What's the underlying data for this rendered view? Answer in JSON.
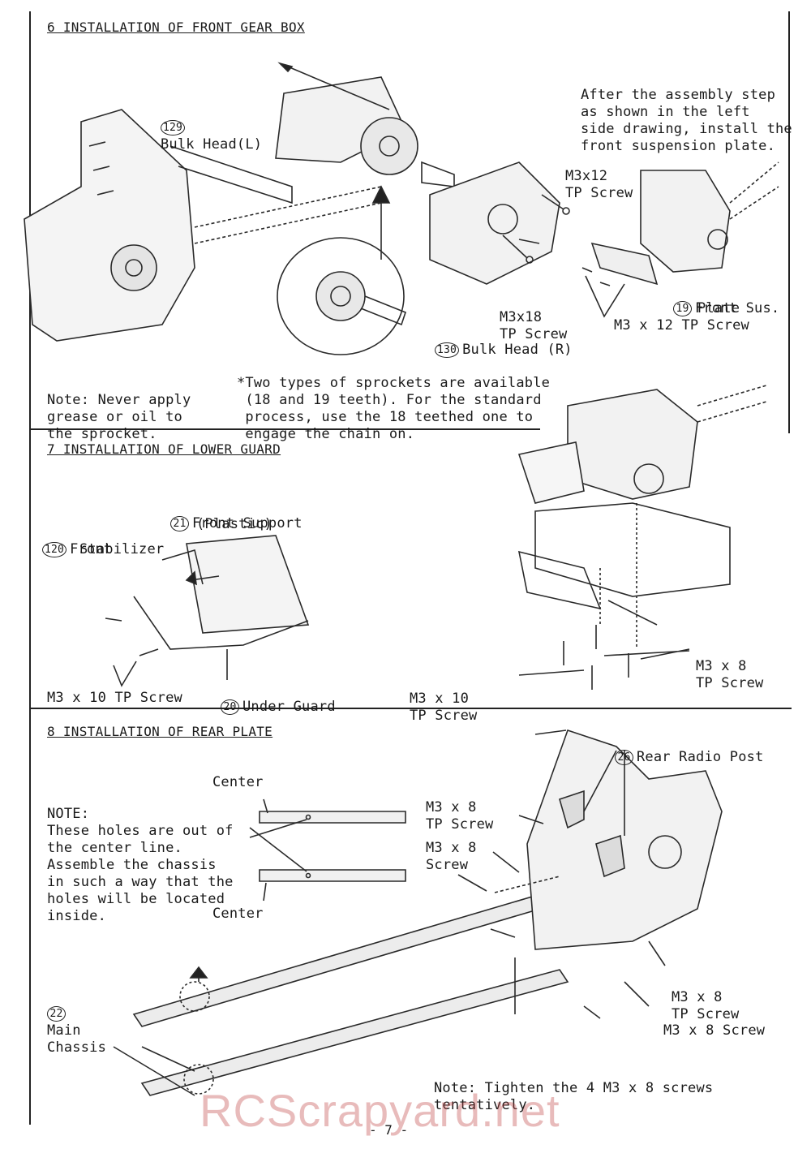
{
  "sections": {
    "s6": {
      "title": "6 INSTALLATION OF FRONT GEAR BOX",
      "after_note": [
        "After the assembly step",
        "as shown in the left",
        "side drawing, install the",
        "front suspension plate."
      ],
      "part_129": {
        "num": "129",
        "label": "Bulk Head(L)"
      },
      "m3x12": [
        "M3x12",
        "TP Screw"
      ],
      "m3x18": [
        "M3x18",
        "TP Screw"
      ],
      "part_130": {
        "num": "130",
        "label": "Bulk Head (R)"
      },
      "part_19": {
        "num": "19",
        "label": "Front Sus.",
        "label2": "Plate"
      },
      "m3x12_tp": "M3 x 12 TP Screw",
      "sprocket_note": [
        "*Two types of sprockets are available",
        " (18 and 19 teeth). For the standard",
        " process, use the 18 teethed one to",
        " engage the chain on."
      ],
      "grease_note": [
        "Note: Never apply",
        "grease or oil to",
        "the sprocket."
      ]
    },
    "s7": {
      "title": "7 INSTALLATION OF LOWER GUARD",
      "part_21": {
        "num": "21",
        "label": "Front Support",
        "label2": "(Plastic)"
      },
      "part_120": {
        "num": "120",
        "label": "Front",
        "label2": "Stabilizer"
      },
      "m3x10_left": "M3 x 10 TP Screw",
      "part_20": {
        "num": "20",
        "label": "Under Guard"
      },
      "m3x8_tp": [
        "M3 x 8",
        "TP Screw"
      ],
      "m3x10_right": [
        "M3 x 10",
        "TP Screw"
      ]
    },
    "s8": {
      "title": "8 INSTALLATION OF REAR PLATE",
      "note": [
        "NOTE:",
        "These holes are out of",
        "the center line.",
        "Assemble the chassis",
        "in such a way that the",
        "holes will be located",
        "inside."
      ],
      "center_top": "Center",
      "center_bottom": "Center",
      "m3x8_tp_a": [
        "M3 x 8",
        "TP Screw"
      ],
      "m3x8_screw_a": [
        "M3 x 8",
        "Screw"
      ],
      "part_26": {
        "num": "26",
        "label": "Rear Radio Post"
      },
      "part_22": {
        "num": "22",
        "label": "Main",
        "label2": "Chassis"
      },
      "m3x8_tp_b": [
        "M3 x 8",
        "TP Screw"
      ],
      "m3x8_screw_b": "M3 x 8 Screw",
      "tighten_note": [
        "Note: Tighten the 4 M3 x 8 screws",
        "tentatively."
      ]
    }
  },
  "page_number": "- 7 -",
  "watermark": "RCScrapyard.net"
}
